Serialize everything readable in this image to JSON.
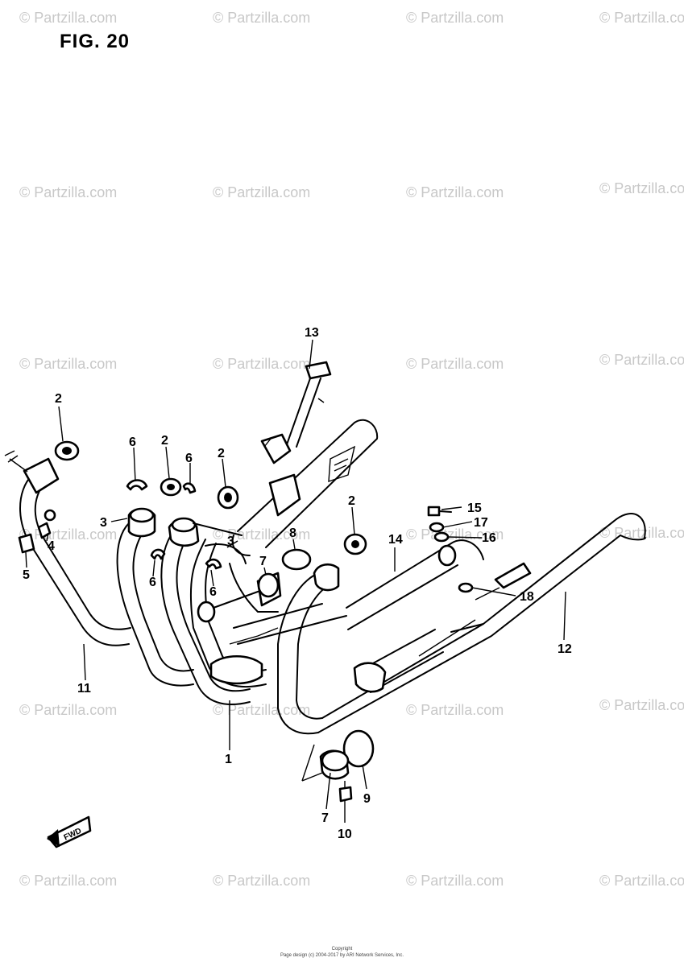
{
  "figure": {
    "title": "FIG. 20",
    "header_text": "",
    "footer_lines": [
      "Copyright",
      "Page design (c) 2004-2017 by ARI Network Services, Inc."
    ],
    "watermark": "© Partzilla.com",
    "fwd_label": "FWD"
  },
  "callouts": [
    {
      "id": "1",
      "label": "1"
    },
    {
      "id": "2a",
      "label": "2"
    },
    {
      "id": "2b",
      "label": "2"
    },
    {
      "id": "2c",
      "label": "2"
    },
    {
      "id": "2d",
      "label": "2"
    },
    {
      "id": "3a",
      "label": "3"
    },
    {
      "id": "3b",
      "label": "3"
    },
    {
      "id": "4",
      "label": "4"
    },
    {
      "id": "5",
      "label": "5"
    },
    {
      "id": "6a",
      "label": "6"
    },
    {
      "id": "6b",
      "label": "6"
    },
    {
      "id": "6c",
      "label": "6"
    },
    {
      "id": "6d",
      "label": "6"
    },
    {
      "id": "7a",
      "label": "7"
    },
    {
      "id": "7b",
      "label": "7"
    },
    {
      "id": "8",
      "label": "8"
    },
    {
      "id": "9",
      "label": "9"
    },
    {
      "id": "10",
      "label": "10"
    },
    {
      "id": "11",
      "label": "11"
    },
    {
      "id": "12",
      "label": "12"
    },
    {
      "id": "13",
      "label": "13"
    },
    {
      "id": "14",
      "label": "14"
    },
    {
      "id": "15",
      "label": "15"
    },
    {
      "id": "16",
      "label": "16"
    },
    {
      "id": "17",
      "label": "17"
    },
    {
      "id": "18",
      "label": "18"
    }
  ]
}
